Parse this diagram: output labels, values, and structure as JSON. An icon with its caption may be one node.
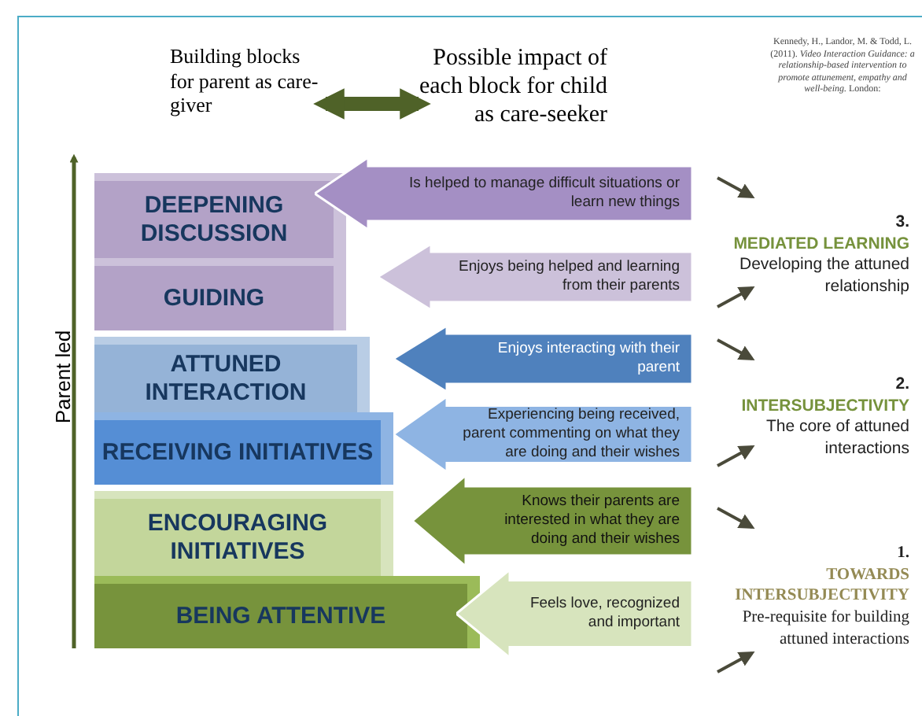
{
  "diagram": {
    "nodes": [
      {
        "text": [
          "Building blocks for parent as care-giver"
        ]
      },
      {
        "text": [
          "Possible impact of each block for child as care-seeker"
        ]
      },
      {
        "text": [
          "DEEPENING DISCUSSION"
        ]
      },
      {
        "text": [
          "GUIDING"
        ]
      },
      {
        "text": [
          "ATTUNED INTERACTION"
        ]
      },
      {
        "text": [
          "RECEIVING INITIATIVES"
        ]
      },
      {
        "text": [
          "ENCOURAGING INITIATIVES"
        ]
      },
      {
        "text": [
          "BEING ATTENTIVE"
        ]
      },
      {
        "text": [
          "Is helped to manage difficult situations or learn new things"
        ]
      },
      {
        "text": [
          "Enjoys being helped and learning from their parents"
        ]
      },
      {
        "text": [
          "Enjoys interacting with their parent"
        ]
      },
      {
        "text": [
          "Experiencing being received, parent commenting on what they are doing and their wishes"
        ]
      },
      {
        "text": [
          "Knows their parents are interested in what they are doing and their wishes"
        ]
      },
      {
        "text": [
          "Feels love, recognized and important"
        ]
      },
      {
        "text": [
          "3.",
          "MEDIATED LEARNING",
          "Developing the attuned relationship"
        ]
      },
      {
        "text": [
          "2.",
          "INTERSUBJECTIVITY",
          "The core of attuned interactions"
        ]
      },
      {
        "text": [
          "1.",
          "TOWARDS INTERSUBJECTIVITY",
          "Pre-requisite for building attuned interactions"
        ]
      }
    ],
    "edges": [
      {
        "from": 0,
        "to": 1,
        "arrow": "both",
        "style": "thick"
      },
      {
        "from": null,
        "to": 14,
        "arrow": "to"
      },
      {
        "from": null,
        "to": 14,
        "arrow": "to"
      },
      {
        "from": null,
        "to": 15,
        "arrow": "to"
      },
      {
        "from": null,
        "to": 15,
        "arrow": "to"
      },
      {
        "from": null,
        "to": 16,
        "arrow": "to"
      },
      {
        "from": null,
        "to": 16,
        "arrow": "to"
      }
    ],
    "labels": [
      "Kennedy, H., Landor, M. & Todd, L. (2011). *Video Interaction Guidance: a relationship-based intervention to promote attunement, empathy and well-being.* London:",
      "Parent led"
    ]
  }
}
